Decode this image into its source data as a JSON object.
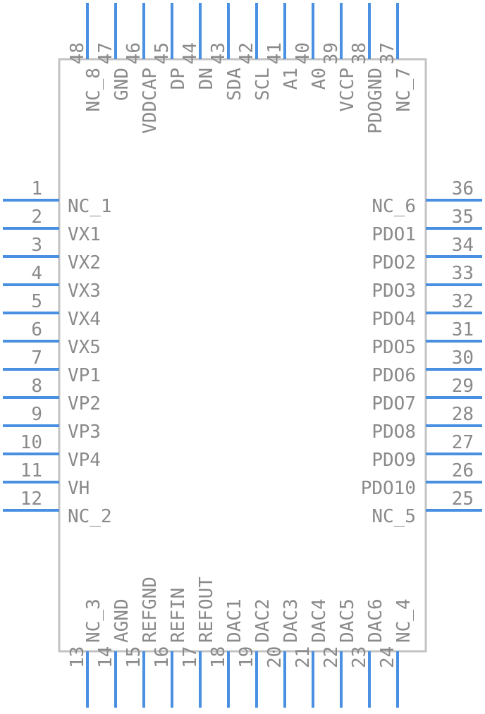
{
  "component": {
    "body_color": "#c3c3c3",
    "pin_color": "#4a90e2",
    "text_color": "#8a8a8a"
  },
  "pins": {
    "left": [
      {
        "number": "1",
        "name": "NC_1"
      },
      {
        "number": "2",
        "name": "VX1"
      },
      {
        "number": "3",
        "name": "VX2"
      },
      {
        "number": "4",
        "name": "VX3"
      },
      {
        "number": "5",
        "name": "VX4"
      },
      {
        "number": "6",
        "name": "VX5"
      },
      {
        "number": "7",
        "name": "VP1"
      },
      {
        "number": "8",
        "name": "VP2"
      },
      {
        "number": "9",
        "name": "VP3"
      },
      {
        "number": "10",
        "name": "VP4"
      },
      {
        "number": "11",
        "name": "VH"
      },
      {
        "number": "12",
        "name": "NC_2"
      }
    ],
    "right": [
      {
        "number": "36",
        "name": "NC_6"
      },
      {
        "number": "35",
        "name": "PDO1"
      },
      {
        "number": "34",
        "name": "PDO2"
      },
      {
        "number": "33",
        "name": "PDO3"
      },
      {
        "number": "32",
        "name": "PDO4"
      },
      {
        "number": "31",
        "name": "PDO5"
      },
      {
        "number": "30",
        "name": "PDO6"
      },
      {
        "number": "29",
        "name": "PDO7"
      },
      {
        "number": "28",
        "name": "PDO8"
      },
      {
        "number": "27",
        "name": "PDO9"
      },
      {
        "number": "26",
        "name": "PDO10"
      },
      {
        "number": "25",
        "name": "NC_5"
      }
    ],
    "bottom": [
      {
        "number": "13",
        "name": "NC_3"
      },
      {
        "number": "14",
        "name": "AGND"
      },
      {
        "number": "15",
        "name": "REFGND"
      },
      {
        "number": "16",
        "name": "REFIN"
      },
      {
        "number": "17",
        "name": "REFOUT"
      },
      {
        "number": "18",
        "name": "DAC1"
      },
      {
        "number": "19",
        "name": "DAC2"
      },
      {
        "number": "20",
        "name": "DAC3"
      },
      {
        "number": "21",
        "name": "DAC4"
      },
      {
        "number": "22",
        "name": "DAC5"
      },
      {
        "number": "23",
        "name": "DAC6"
      },
      {
        "number": "24",
        "name": "NC_4"
      }
    ],
    "top": [
      {
        "number": "48",
        "name": "NC_8"
      },
      {
        "number": "47",
        "name": "GND"
      },
      {
        "number": "46",
        "name": "VDDCAP"
      },
      {
        "number": "45",
        "name": "DP"
      },
      {
        "number": "44",
        "name": "DN"
      },
      {
        "number": "43",
        "name": "SDA"
      },
      {
        "number": "42",
        "name": "SCL"
      },
      {
        "number": "41",
        "name": "A1"
      },
      {
        "number": "40",
        "name": "A0"
      },
      {
        "number": "39",
        "name": "VCCP"
      },
      {
        "number": "38",
        "name": "PDOGND"
      },
      {
        "number": "37",
        "name": "NC_7"
      }
    ]
  }
}
